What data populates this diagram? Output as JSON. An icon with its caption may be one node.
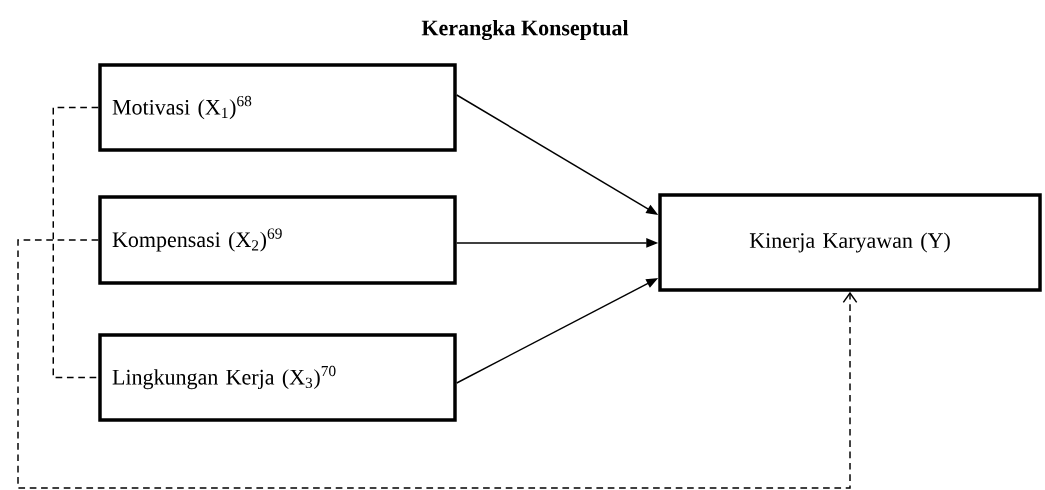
{
  "diagram": {
    "title": "Kerangka Konseptual",
    "nodes": [
      {
        "text": [
          "Motivasi (X$_{1}$)$^{68}$"
        ]
      },
      {
        "text": [
          "Kompensasi (X$_{2}$)$^{69}$"
        ]
      },
      {
        "text": [
          "Lingkungan Kerja (X$_{3}$)$^{70}$"
        ]
      },
      {
        "text": [
          "Kinerja Karyawan (Y)"
        ]
      }
    ],
    "edges": [
      {
        "from": 0,
        "to": 3,
        "arrow": "to"
      },
      {
        "from": 1,
        "to": 3,
        "arrow": "to"
      },
      {
        "from": 2,
        "to": 3,
        "arrow": "to"
      },
      {
        "from": 0,
        "to": 2,
        "arrow": "none",
        "style": "dashed"
      },
      {
        "from": 1,
        "to": 3,
        "arrow": "to",
        "style": "dashed"
      }
    ]
  }
}
